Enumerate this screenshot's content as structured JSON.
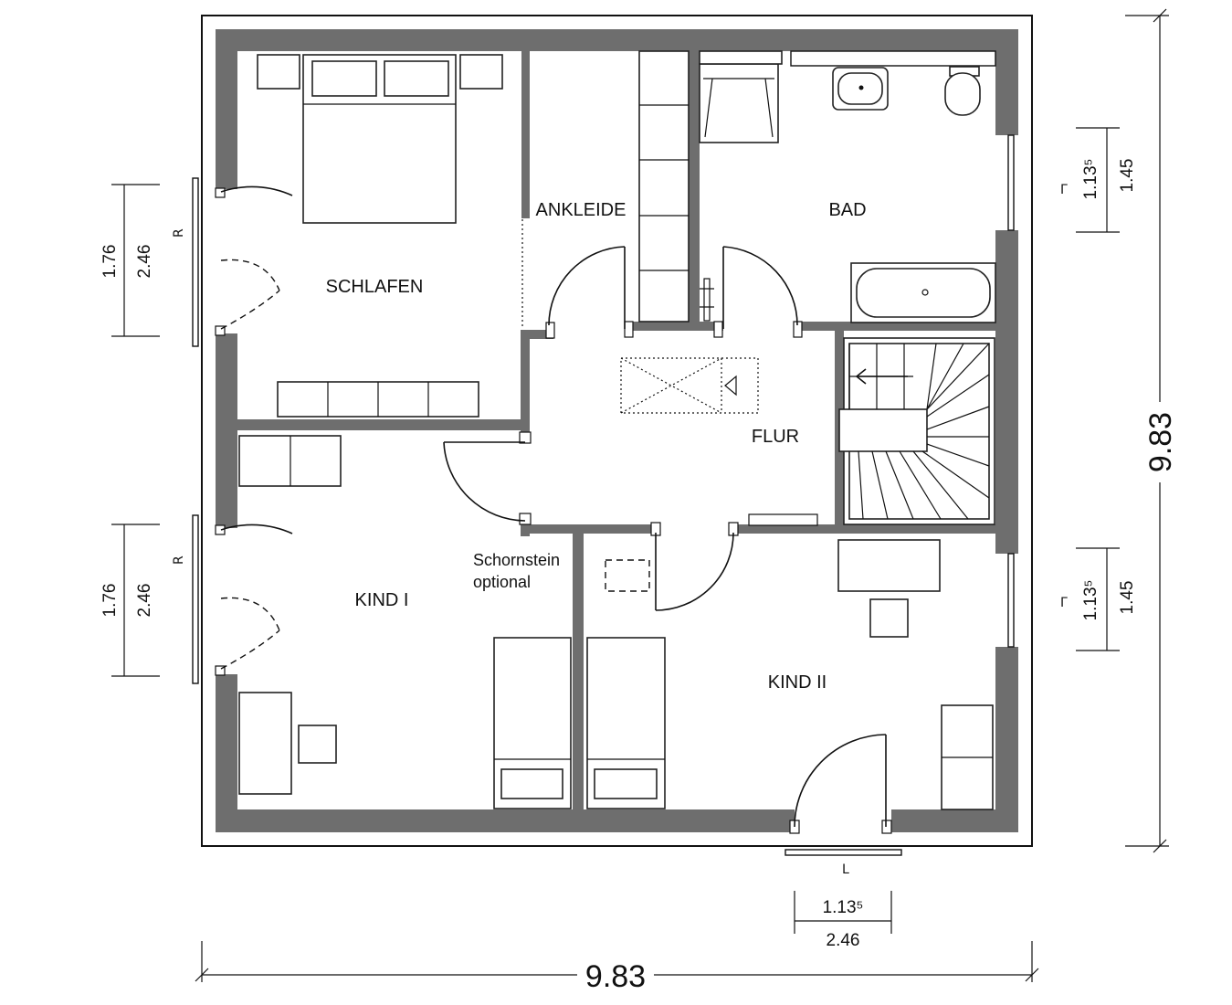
{
  "rooms": {
    "schlafen": "SCHLAFEN",
    "ankleide": "ANKLEIDE",
    "bad": "BAD",
    "flur": "FLUR",
    "kind1": "KIND I",
    "kind2": "KIND II"
  },
  "chimney_note": {
    "line1": "Schornstein",
    "line2": "optional"
  },
  "dimensions": {
    "overall_width": "9.83",
    "overall_depth": "9.83",
    "left_upper": {
      "outer": "1.76",
      "inner": "2.46"
    },
    "left_lower": {
      "outer": "1.76",
      "inner": "2.46"
    },
    "right_upper": {
      "outer": "1.13⁵",
      "inner": "1.45"
    },
    "right_lower": {
      "outer": "1.13⁵",
      "inner": "1.45"
    },
    "bottom_entry": {
      "upper": "1.13⁵",
      "lower": "2.46"
    }
  },
  "window_marks": {
    "left_upper": "R",
    "left_lower": "R",
    "right_upper": "Γ",
    "right_lower": "Γ",
    "bottom": "L"
  }
}
